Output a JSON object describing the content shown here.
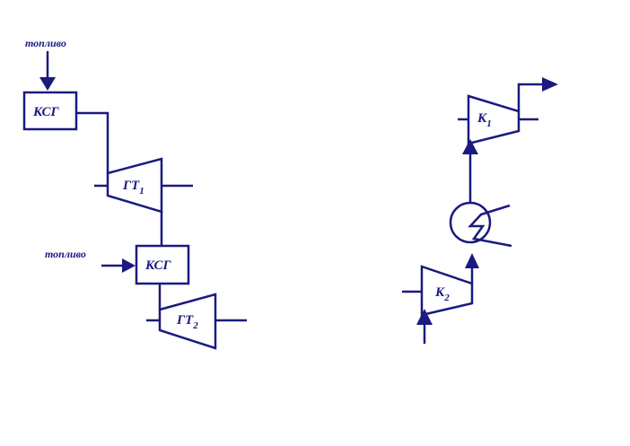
{
  "left_scheme": {
    "fuel_label_top": "топливо",
    "fuel_label_mid": "топливо",
    "combustor_1": "КСГ",
    "combustor_2": "КСГ",
    "turbine_1": {
      "base": "ГТ",
      "index": "1"
    },
    "turbine_2": {
      "base": "ГТ",
      "index": "2"
    }
  },
  "right_scheme": {
    "compressor_1": {
      "base": "К",
      "index": "1"
    },
    "compressor_2": {
      "base": "К",
      "index": "2"
    }
  },
  "colors": {
    "stroke": "#1a1a80",
    "background": "#ffffff"
  }
}
